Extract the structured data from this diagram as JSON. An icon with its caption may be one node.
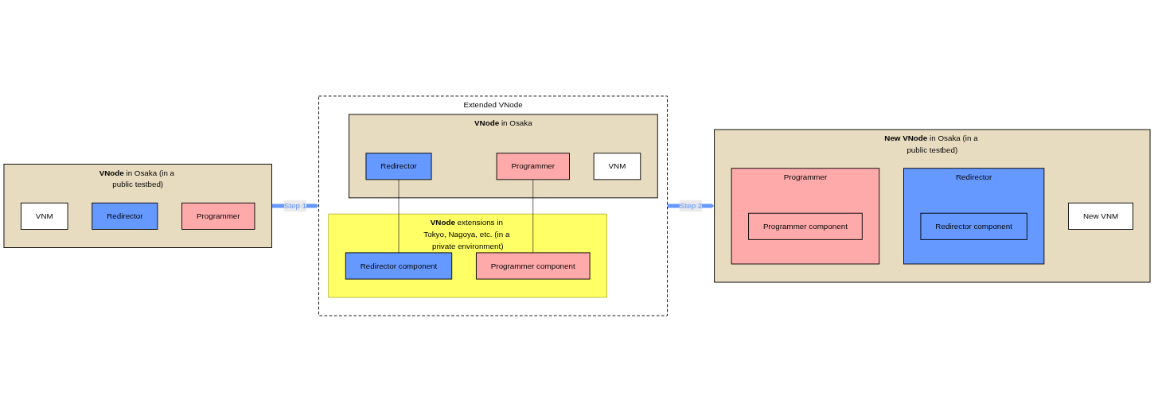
{
  "diagram": {
    "nodes": [
      {
        "text": [
          "**VNode** in Osaka (in a public testbed)"
        ]
      },
      {
        "text": [
          "VNM"
        ],
        "in": 0
      },
      {
        "text": [
          "Redirector"
        ],
        "in": 0
      },
      {
        "text": [
          "Programmer"
        ],
        "in": 0
      },
      {
        "text": [
          "Extended VNode"
        ]
      },
      {
        "text": [
          "**VNode** in Osaka"
        ],
        "in": 4
      },
      {
        "text": [
          "VNM"
        ],
        "in": 5
      },
      {
        "text": [
          "Redirector"
        ],
        "in": 5
      },
      {
        "text": [
          "Programmer"
        ],
        "in": 5
      },
      {
        "text": [
          "**VNode** extensions in Tokyo, Nagoya, etc. (in a private environment)"
        ],
        "in": 4
      },
      {
        "text": [
          "Redirector component"
        ],
        "in": 9
      },
      {
        "text": [
          "Programmer component"
        ],
        "in": 9
      },
      {
        "text": [
          "**New VNode** in Osaka (in a public testbed)"
        ]
      },
      {
        "text": [
          "New VNM"
        ],
        "in": 12
      },
      {
        "text": [
          "Redirector"
        ],
        "in": 12
      },
      {
        "text": [
          "Redirector component"
        ],
        "in": 14
      },
      {
        "text": [
          "Programmer"
        ],
        "in": 12
      },
      {
        "text": [
          "Programmer component"
        ],
        "in": 16
      }
    ],
    "edges": [
      {
        "from": 0,
        "to": 4,
        "arrow": "to",
        "label": "Step 1",
        "style": "thick",
        "color": "#6699ff"
      },
      {
        "from": 7,
        "to": 10,
        "arrow": "none",
        "color": "#000000"
      },
      {
        "from": 8,
        "to": 11,
        "arrow": "none",
        "color": "#000000"
      },
      {
        "from": 4,
        "to": 12,
        "arrow": "to",
        "label": "Step 2",
        "style": "thick",
        "color": "#6699ff"
      }
    ]
  }
}
